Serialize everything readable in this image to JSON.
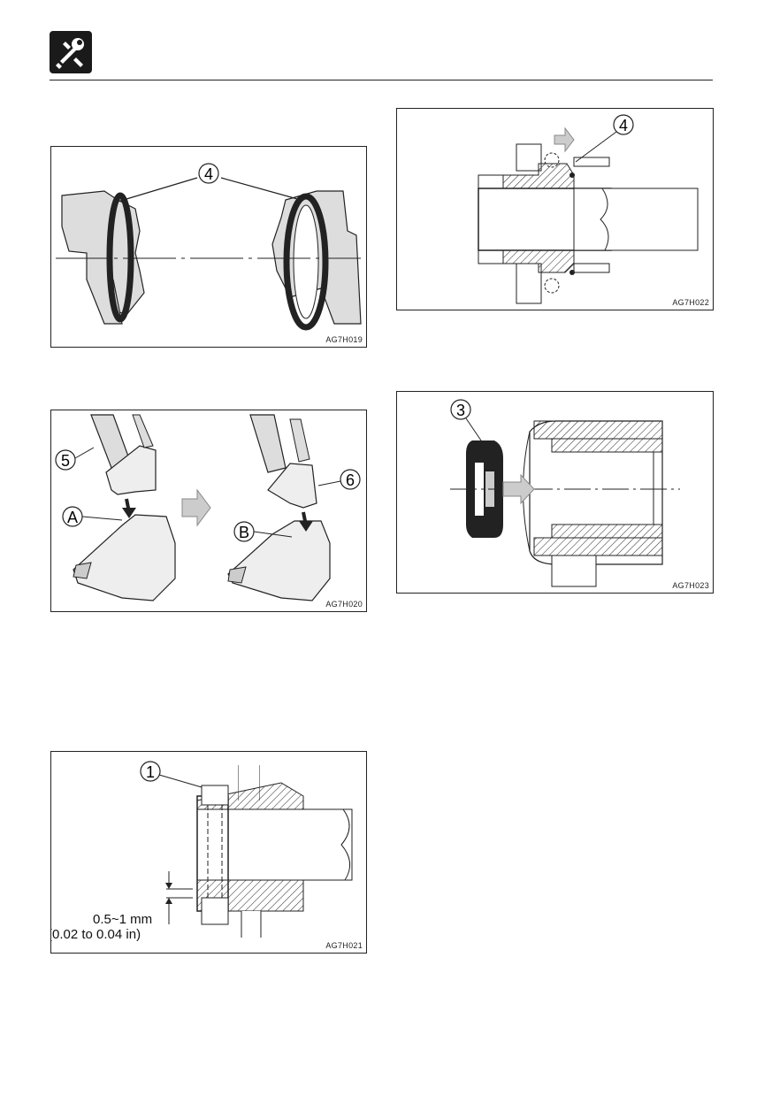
{
  "header": {
    "icon": "wrench-maintenance-icon"
  },
  "figures": {
    "fig1": {
      "id": "AG7H019",
      "callouts": [
        "4"
      ]
    },
    "fig2": {
      "id": "AG7H020",
      "callouts": [
        "5",
        "A",
        "B",
        "6"
      ]
    },
    "fig3": {
      "id": "AG7H021",
      "callouts": [
        "1"
      ],
      "measurement_line1": "0.5~1 mm",
      "measurement_line2": "(0.02 to 0.04 in)"
    },
    "fig4": {
      "id": "AG7H022",
      "callouts": [
        "4"
      ]
    },
    "fig5": {
      "id": "AG7H023",
      "callouts": [
        "3"
      ]
    }
  }
}
